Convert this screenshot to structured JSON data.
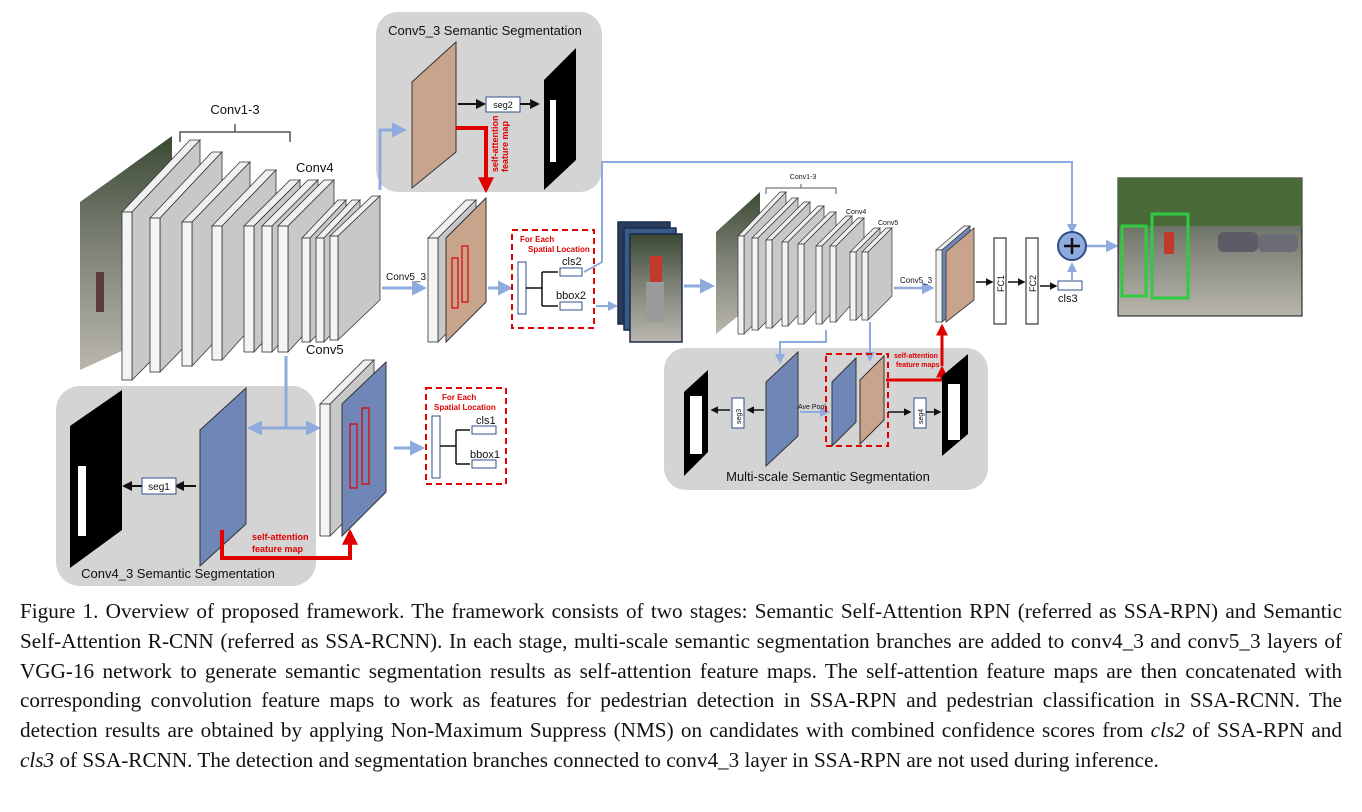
{
  "figure": {
    "labels": {
      "conv5_seg_title": "Conv5_3 Semantic Segmentation",
      "conv4_seg_title": "Conv4_3 Semantic Segmentation",
      "multiscale_title": "Multi-scale Semantic Segmentation",
      "conv1_3": "Conv1-3",
      "conv4": "Conv4",
      "conv5": "Conv5",
      "conv5_3": "Conv5_3",
      "seg1": "seg1",
      "seg2": "seg2",
      "seg3": "seg3",
      "seg4": "seg4",
      "cls1": "cls1",
      "cls2": "cls2",
      "cls3": "cls3",
      "bbox1": "bbox1",
      "bbox2": "bbox2",
      "fc1": "FC1",
      "fc2": "FC2",
      "ave_pool": "Ave Pool",
      "self_attn_line1": "self-attention",
      "self_attn_line2": "feature map",
      "self_attn_maps_line2": "feature maps",
      "for_each_line1": "For Each",
      "for_each_line2": "Spatial Location",
      "small_conv1_3": "Conv1-3",
      "small_conv4": "Conv4",
      "small_conv5": "Conv5",
      "small_conv5_3": "Conv5_3"
    },
    "colors": {
      "panel_gray": "#d4d4d4",
      "seg_blue": "#6f86b7",
      "seg_tan": "#c8a48c",
      "arrow_blue": "#8faadc",
      "attention_red": "#e00000"
    }
  },
  "caption": {
    "label": "Figure 1.",
    "part1": " Overview of proposed framework. The framework consists of two stages: Semantic Self-Attention RPN (referred as SSA-RPN) and Semantic Self-Attention R-CNN (referred as SSA-RCNN). In each stage, multi-scale semantic segmentation branches are added to conv4_3 and conv5_3 layers of VGG-16 network to generate semantic segmentation results as self-attention feature maps. The self-attention feature maps are then concatenated with corresponding convolution feature maps to work as features for pedestrian detection in SSA-RPN and pedestrian classification in SSA-RCNN. The detection results are obtained by applying Non-Maximum Suppress (NMS) on candidates with combined confidence scores from ",
    "cls2": "cls2",
    "part2": " of SSA-RPN and ",
    "cls3": "cls3",
    "part3": " of SSA-RCNN. The detection and segmentation branches connected to conv4_3 layer in SSA-RPN are not used during inference."
  }
}
